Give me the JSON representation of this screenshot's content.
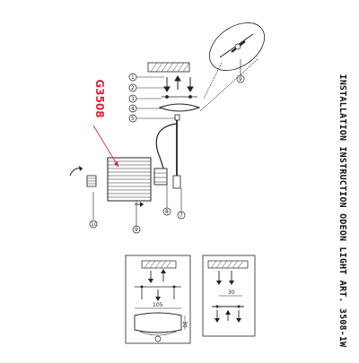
{
  "title": "INSTALLATION INSTRUCTION ODEON LIGHT ART. 3508-1W",
  "model": "G3508",
  "callouts": [
    "1",
    "2",
    "3",
    "4",
    "5",
    "6",
    "7",
    "8",
    "9",
    "10"
  ],
  "dimensions": {
    "width_a": "105",
    "height_a": "30",
    "width_b": "30"
  },
  "colors": {
    "line": "#1b1b1b",
    "model_text": "#d8233a",
    "arrow": "#d8233a"
  }
}
